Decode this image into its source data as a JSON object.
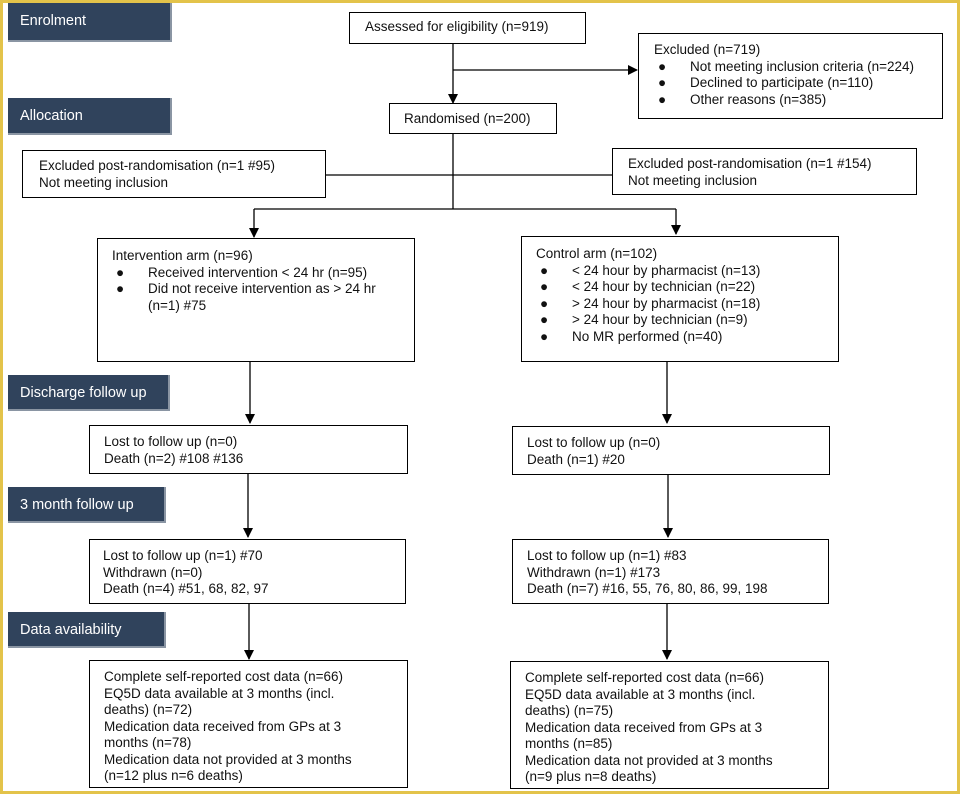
{
  "stages": {
    "enrolment": "Enrolment",
    "allocation": "Allocation",
    "discharge": "Discharge follow up",
    "three_month": "3 month follow up",
    "data_availability": "Data availability"
  },
  "assessed": {
    "text": "Assessed for eligibility (n=919)"
  },
  "excluded": {
    "title": "Excluded (n=719)",
    "bullets": [
      "Not meeting inclusion criteria (n=224)",
      "Declined to participate (n=110)",
      "Other reasons (n=385)"
    ]
  },
  "randomised": {
    "text": "Randomised (n=200)"
  },
  "post_excl_left": {
    "line1": "Excluded post-randomisation (n=1 #95)",
    "line2": "Not meeting inclusion"
  },
  "post_excl_right": {
    "line1": "Excluded post-randomisation (n=1 #154)",
    "line2": "Not meeting inclusion"
  },
  "intervention": {
    "title": "Intervention arm (n=96)",
    "bullets": [
      "Received intervention < 24 hr (n=95)",
      "Did not receive intervention as > 24 hr (n=1) #75"
    ]
  },
  "control": {
    "title": "Control arm (n=102)",
    "bullets": [
      "< 24 hour by pharmacist (n=13)",
      "< 24 hour by technician (n=22)",
      "> 24 hour by pharmacist (n=18)",
      "> 24 hour by technician (n=9)",
      "No MR performed (n=40)"
    ]
  },
  "discharge_left": {
    "line1": "Lost to follow up (n=0)",
    "line2": "Death (n=2) #108 #136"
  },
  "discharge_right": {
    "line1": "Lost to follow up (n=0)",
    "line2": "Death (n=1) #20"
  },
  "three_left": {
    "line1": "Lost to follow up (n=1) #70",
    "line2": "Withdrawn (n=0)",
    "line3": "Death (n=4) #51, 68, 82, 97"
  },
  "three_right": {
    "line1": "Lost to follow up (n=1) #83",
    "line2": "Withdrawn (n=1) #173",
    "line3": "Death (n=7) #16, 55, 76, 80, 86, 99, 198"
  },
  "data_left": {
    "line1": "Complete self-reported cost data (n=66)",
    "line2": "EQ5D data available at 3 months (incl. deaths) (n=72)",
    "line3": "Medication data received from GPs at 3 months (n=78)",
    "line4": "Medication data not provided at 3 months (n=12 plus n=6 deaths)"
  },
  "data_right": {
    "line1": "Complete self-reported cost data (n=66)",
    "line2": "EQ5D data available at 3 months (incl. deaths) (n=75)",
    "line3": "Medication data received from GPs at 3 months (n=85)",
    "line4": "Medication data not provided at 3 months (n=9 plus n=8 deaths)"
  }
}
